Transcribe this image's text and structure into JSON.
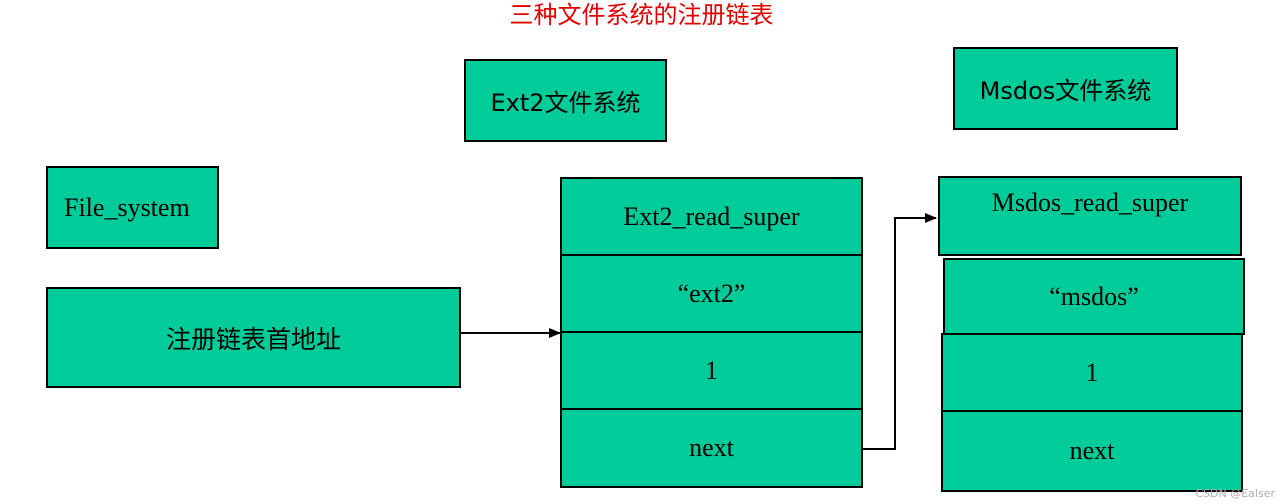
{
  "title": "三种文件系统的注册链表",
  "colors": {
    "box_fill": "#00cc99",
    "border": "#000000",
    "title": "#e00000"
  },
  "left": {
    "file_system": "File_system",
    "list_head": "注册链表首地址"
  },
  "ext2": {
    "heading": "Ext2文件系统",
    "read_super": "Ext2_read_super",
    "name": "“ext2”",
    "flag": "1",
    "next": "next"
  },
  "msdos": {
    "heading": "Msdos文件系统",
    "read_super": "Msdos_read_super",
    "name": "“msdos”",
    "flag": "1",
    "next": "next"
  },
  "watermark": "CSDN @Ealser"
}
